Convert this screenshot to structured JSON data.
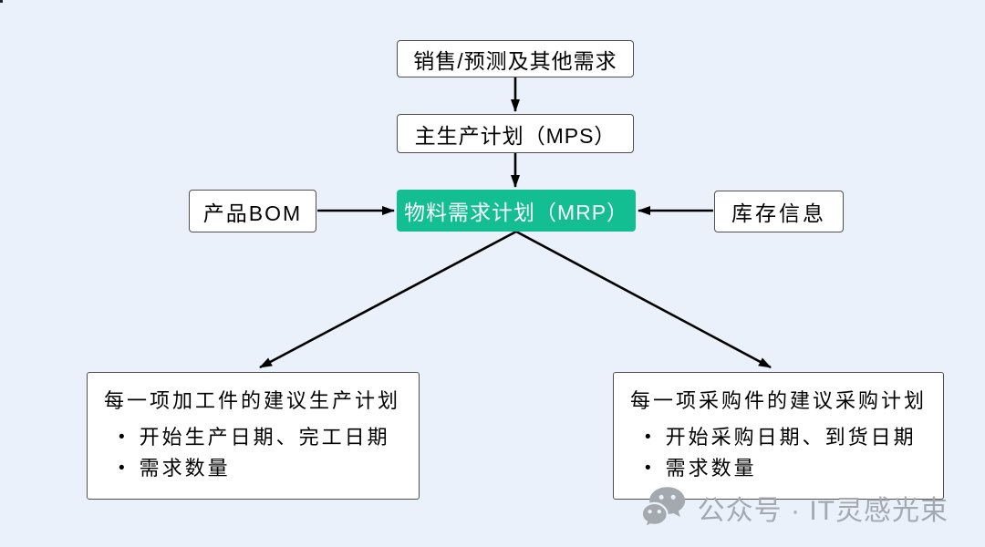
{
  "page": {
    "background_color": "#EAF1FB",
    "accent_color": "#12BE92"
  },
  "bullet_char": "•",
  "diagram": {
    "nodes": {
      "demand": {
        "label": "销售/预测及其他需求"
      },
      "mps": {
        "label": "主生产计划（MPS）"
      },
      "mrp": {
        "label": "物料需求计划（MRP）"
      },
      "bom": {
        "label": "产品BOM"
      },
      "inventory": {
        "label": "库存信息"
      },
      "production_plan": {
        "title": "每一项加工件的建议生产计划",
        "bullets": [
          "开始生产日期、完工日期",
          "需求数量"
        ]
      },
      "purchase_plan": {
        "title": "每一项采购件的建议采购计划",
        "bullets": [
          "开始采购日期、到货日期",
          "需求数量"
        ]
      }
    }
  },
  "watermark": {
    "icon": "wechat-icon",
    "text": "公众号 · IT灵感光束"
  }
}
